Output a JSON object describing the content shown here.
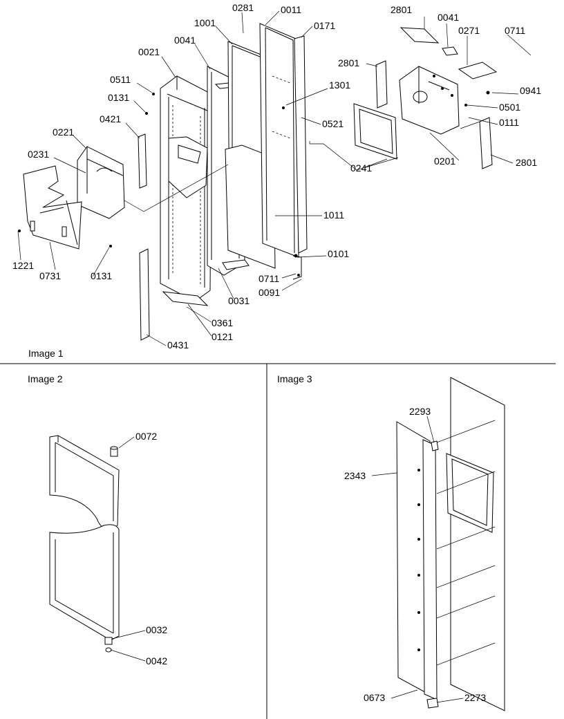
{
  "panels": [
    {
      "caption": "Image 1"
    },
    {
      "caption": "Image 2"
    },
    {
      "caption": "Image 3"
    }
  ],
  "callouts": {
    "image1": [
      "0281",
      "0011",
      "0171",
      "2801",
      "0041",
      "0271",
      "0711",
      "1001",
      "0041",
      "0021",
      "2801",
      "0511",
      "1301",
      "0941",
      "0131",
      "0521",
      "0501",
      "0421",
      "0111",
      "0221",
      "0201",
      "2801",
      "0231",
      "0241",
      "1011",
      "0101",
      "1221",
      "0731",
      "0131",
      "0711",
      "0091",
      "0031",
      "0361",
      "0121",
      "0431"
    ],
    "image2": [
      "0072",
      "0032",
      "0042"
    ],
    "image3": [
      "2293",
      "2343",
      "0673",
      "2273"
    ]
  }
}
